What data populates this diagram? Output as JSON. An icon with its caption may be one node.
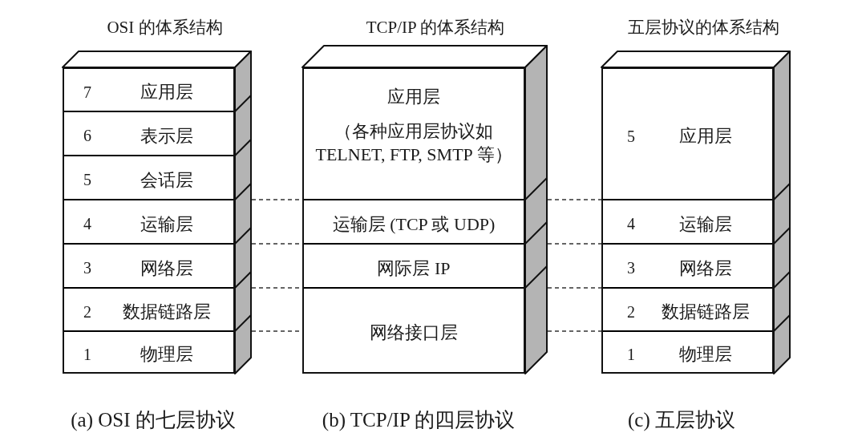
{
  "diagram": {
    "nodes": [
      {
        "text": [
          "OSI 的体系结构"
        ],
        "beside": [
          "(a) OSI 的七层协议"
        ]
      },
      {
        "text": [
          "7",
          "应用层"
        ],
        "in": 0
      },
      {
        "text": [
          "6",
          "表示层"
        ],
        "in": 0
      },
      {
        "text": [
          "5",
          "会话层"
        ],
        "in": 0
      },
      {
        "text": [
          "4",
          "运输层"
        ],
        "in": 0
      },
      {
        "text": [
          "3",
          "网络层"
        ],
        "in": 0
      },
      {
        "text": [
          "2",
          "数据链路层"
        ],
        "in": 0
      },
      {
        "text": [
          "1",
          "物理层"
        ],
        "in": 0
      },
      {
        "text": [
          "TCP/IP 的体系结构"
        ],
        "beside": [
          "(b) TCP/IP 的四层协议"
        ]
      },
      {
        "text": [
          "应用层",
          "（各种应用层协议如 TELNET, FTP, SMTP 等）"
        ],
        "in": 8
      },
      {
        "text": [
          "运输层 (TCP 或 UDP)"
        ],
        "in": 8
      },
      {
        "text": [
          "网际层 IP"
        ],
        "in": 8
      },
      {
        "text": [
          "网络接口层"
        ],
        "in": 8
      },
      {
        "text": [
          "五层协议的体系结构"
        ],
        "beside": [
          "(c) 五层协议"
        ]
      },
      {
        "text": [
          "5",
          "应用层"
        ],
        "in": 13
      },
      {
        "text": [
          "4",
          "运输层"
        ],
        "in": 13
      },
      {
        "text": [
          "3",
          "网络层"
        ],
        "in": 13
      },
      {
        "text": [
          "2",
          "数据链路层"
        ],
        "in": 13
      },
      {
        "text": [
          "1",
          "物理层"
        ],
        "in": 13
      }
    ],
    "edges": [
      {
        "from": 0,
        "to": 8,
        "arrow": "none",
        "style": "dashed"
      },
      {
        "from": 0,
        "to": 8,
        "arrow": "none",
        "style": "dashed"
      },
      {
        "from": 0,
        "to": 8,
        "arrow": "none",
        "style": "dashed"
      },
      {
        "from": 0,
        "to": 8,
        "arrow": "none",
        "style": "dashed"
      },
      {
        "from": 8,
        "to": 13,
        "arrow": "none",
        "style": "dashed"
      },
      {
        "from": 8,
        "to": 13,
        "arrow": "none",
        "style": "dashed"
      },
      {
        "from": 8,
        "to": 13,
        "arrow": "none",
        "style": "dashed"
      },
      {
        "from": 8,
        "to": 13,
        "arrow": "none",
        "style": "dashed"
      }
    ]
  }
}
